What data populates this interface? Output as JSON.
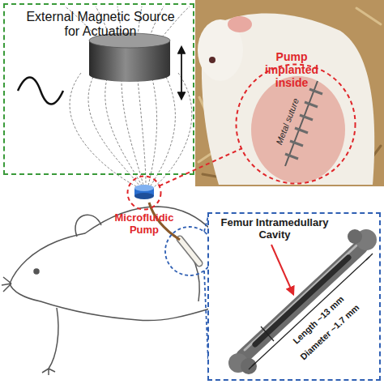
{
  "diagram": {
    "nodes": [
      {
        "text": [
          "External Magnetic Source for Actuation"
        ]
      },
      {
        "text": [
          "Pump implanted inside",
          "Metal suture"
        ]
      },
      {
        "text": [
          "Microfluidic Pump"
        ]
      },
      {
        "text": [
          "Femur Intramedullary Cavity",
          "Length ~13 mm",
          "Diameter ~1.7 mm"
        ]
      }
    ],
    "edges": [
      {
        "from": 2,
        "to": 1,
        "arrow": "none"
      }
    ]
  }
}
